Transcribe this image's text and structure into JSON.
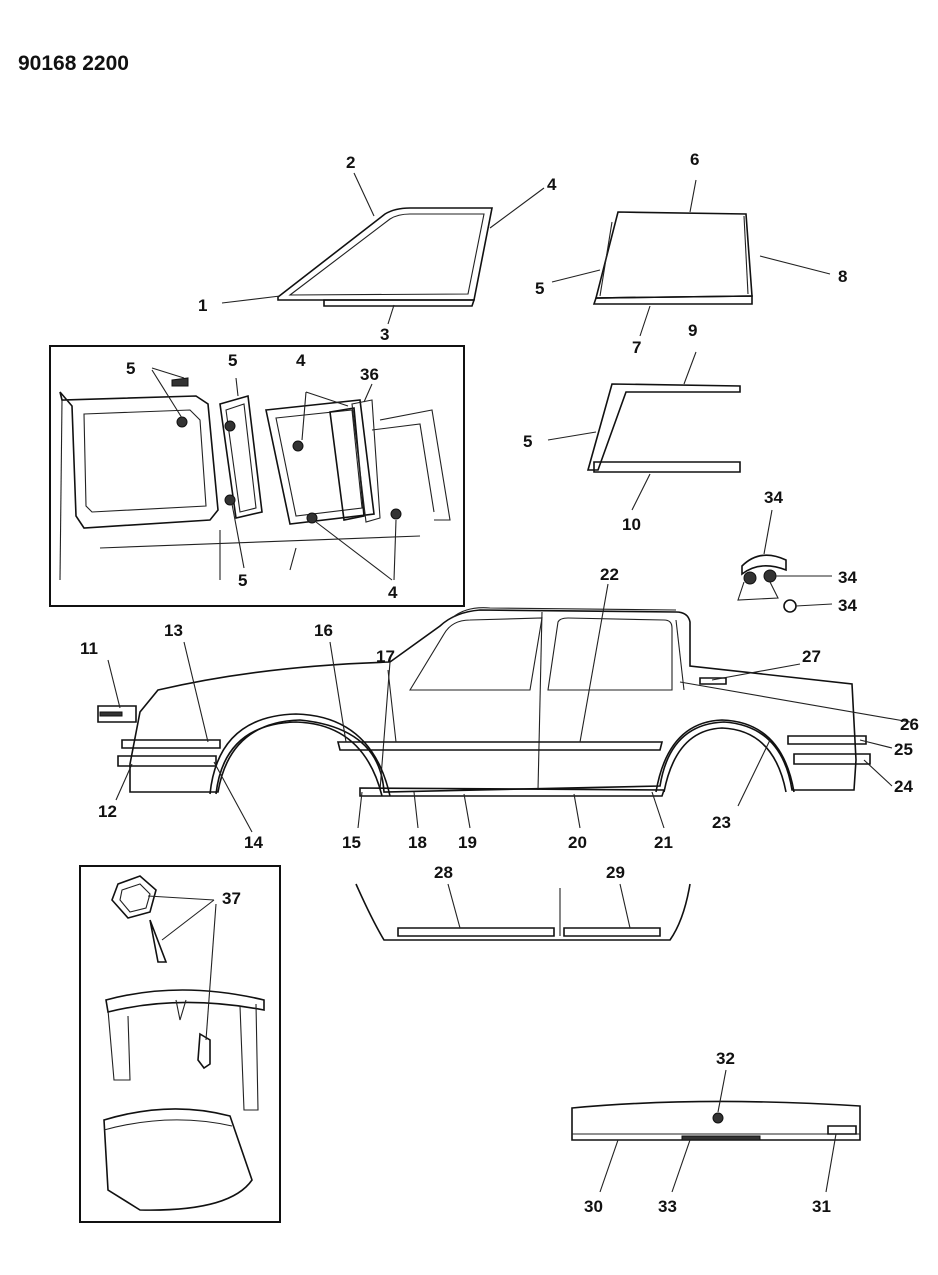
{
  "header": {
    "code": "90168 2200"
  },
  "callouts": {
    "c1": "1",
    "c2": "2",
    "c3": "3",
    "c4a": "4",
    "c5a": "5",
    "c6": "6",
    "c7": "7",
    "c8": "8",
    "c9": "9",
    "c5b": "5",
    "c10": "10",
    "inset_5a": "5",
    "inset_5b": "5",
    "inset_4a": "4",
    "inset_36": "36",
    "inset_5c": "5",
    "inset_4b": "4",
    "c34a": "34",
    "c34b": "34",
    "c34c": "34",
    "c11": "11",
    "c13": "13",
    "c16": "16",
    "c17": "17",
    "c22": "22",
    "c27": "27",
    "c26": "26",
    "c25": "25",
    "c24": "24",
    "c12": "12",
    "c14": "14",
    "c15": "15",
    "c18": "18",
    "c19": "19",
    "c20": "20",
    "c21": "21",
    "c23": "23",
    "c28": "28",
    "c29": "29",
    "c37": "37",
    "c32": "32",
    "c30": "30",
    "c33": "33",
    "c31": "31"
  }
}
